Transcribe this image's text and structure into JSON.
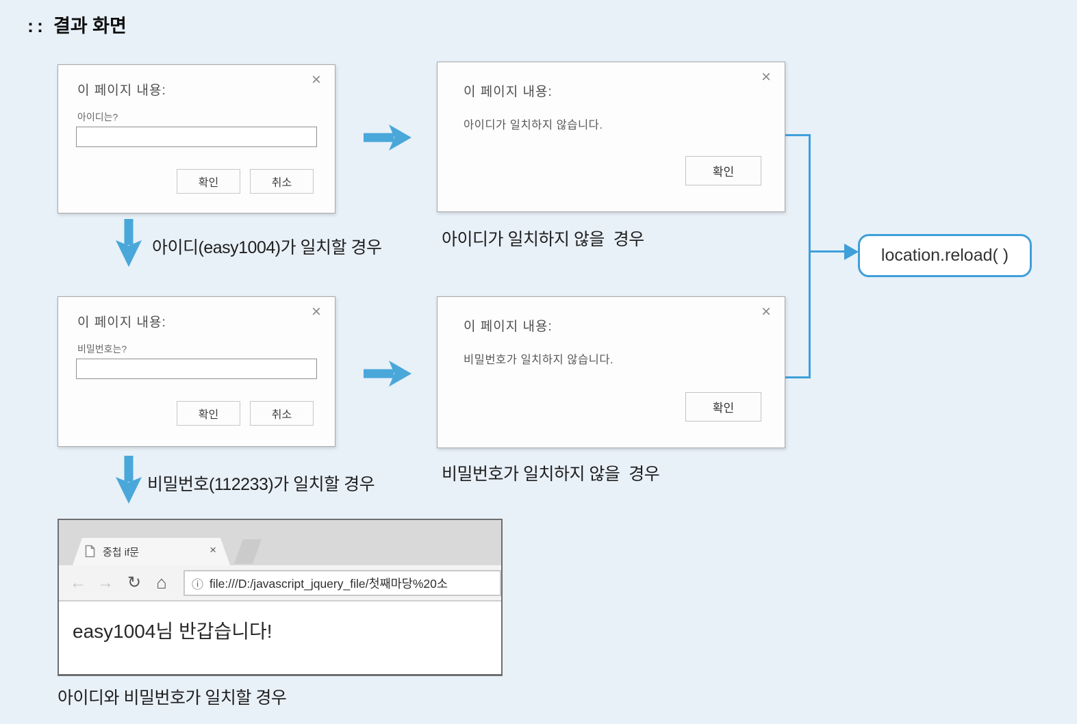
{
  "page": {
    "title_prefix": "::",
    "title": "결과 화면",
    "background": "#e8f0f8"
  },
  "colors": {
    "flow_arrow_blue": "#49a7da",
    "connector_blue": "#3e9fd9",
    "dialog_border": "#a8a8a8"
  },
  "id_prompt_dialog": {
    "title": "이 페이지 내용:",
    "close": "×",
    "label": "아이디는?",
    "input_value": "",
    "ok_button": "확인",
    "cancel_button": "취소"
  },
  "id_alert_dialog": {
    "title": "이 페이지 내용:",
    "close": "×",
    "message": "아이디가 일치하지 않습니다.",
    "ok_button": "확인"
  },
  "pw_prompt_dialog": {
    "title": "이 페이지 내용:",
    "close": "×",
    "label": "비밀번호는?",
    "input_value": "",
    "ok_button": "확인",
    "cancel_button": "취소"
  },
  "pw_alert_dialog": {
    "title": "이 페이지 내용:",
    "close": "×",
    "message": "비밀번호가 일치하지 않습니다.",
    "ok_button": "확인"
  },
  "captions": {
    "id_mismatch": "아이디가 일치하지 않을  경우",
    "id_match": "아이디(easy1004)가 일치할 경우",
    "pw_mismatch": "비밀번호가 일치하지 않을  경우",
    "pw_match": "비밀번호(112233)가 일치할 경우",
    "both_match": "아이디와 비밀번호가 일치할 경우"
  },
  "reload_box": {
    "label": "location.reload( )"
  },
  "browser": {
    "tab": {
      "title": "중첩 if문",
      "close": "×"
    },
    "toolbar": {
      "back": "←",
      "forward": "→",
      "reload": "↻",
      "home": "⌂",
      "info": "ⓘ",
      "url": "file:///D:/javascript_jquery_file/첫째마당%20소"
    },
    "content": "easy1004님 반갑습니다!"
  }
}
